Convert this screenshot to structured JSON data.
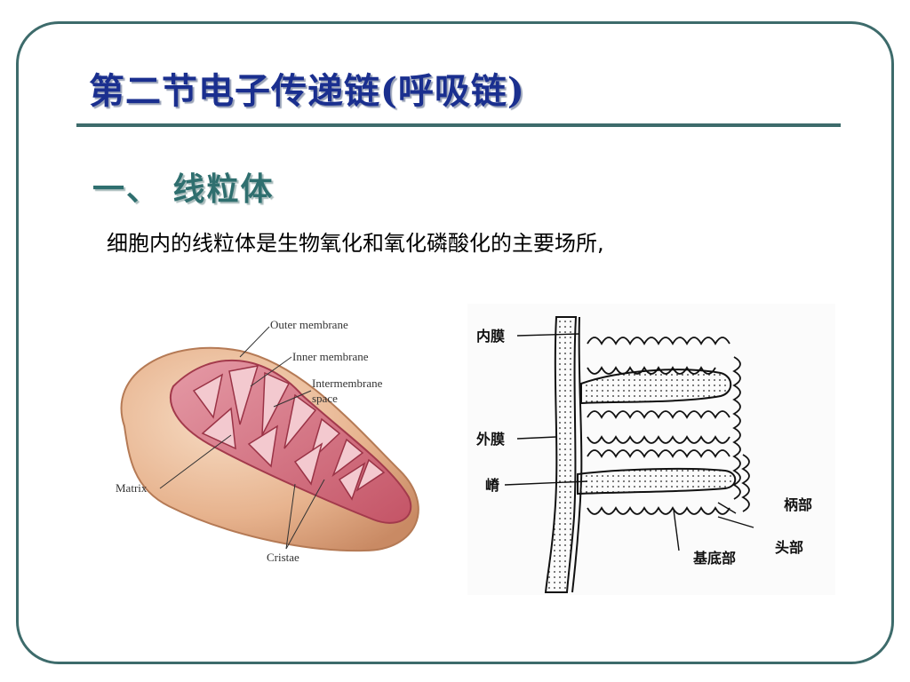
{
  "slide": {
    "title": "第二节电子传递链(呼吸链)",
    "section_heading": "一、 线粒体",
    "body_text": "细胞内的线粒体是生物氧化和氧化磷酸化的主要场所,"
  },
  "figure_left": {
    "labels": {
      "outer_membrane": "Outer membrane",
      "inner_membrane": "Inner membrane",
      "intermembrane_1": "Intermembrane",
      "intermembrane_2": "space",
      "matrix": "Matrix",
      "cristae": "Cristae"
    }
  },
  "figure_right": {
    "labels": {
      "inner_membrane": "内膜",
      "outer_membrane": "外膜",
      "crista": "嵴",
      "stalk": "柄部",
      "head": "头部",
      "base": "基底部"
    }
  },
  "colors": {
    "title": "#1a2f8f",
    "section": "#2f6f6f",
    "frame": "#3d6b6b",
    "mito_outer": "#e8b48e",
    "mito_inner": "#c65a6a"
  }
}
